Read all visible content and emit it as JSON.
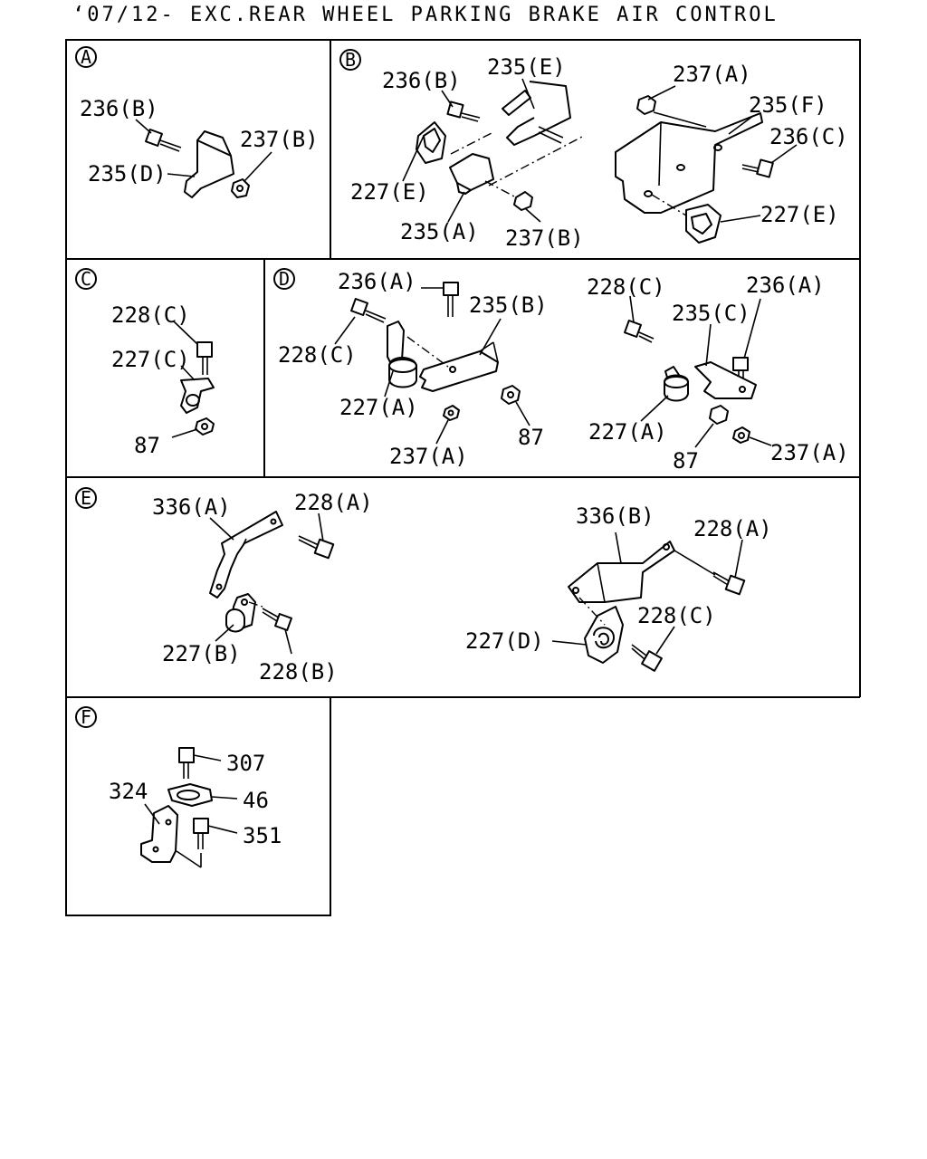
{
  "title": "‘07/12- EXC.REAR WHEEL PARKING BRAKE AIR CONTROL",
  "panels": {
    "A": {
      "letter": "A",
      "labels": [
        "236(B)",
        "235(D)",
        "237(B)"
      ]
    },
    "B": {
      "letter": "B",
      "labels": [
        "236(B)",
        "235(E)",
        "227(E)",
        "235(A)",
        "237(B)",
        "237(A)",
        "235(F)",
        "236(C)",
        "227(E)"
      ]
    },
    "C": {
      "letter": "C",
      "labels": [
        "228(C)",
        "227(C)",
        "87"
      ]
    },
    "D": {
      "letter": "D",
      "labels": [
        "236(A)",
        "235(B)",
        "228(C)",
        "227(A)",
        "237(A)",
        "87",
        "228(C)",
        "236(A)",
        "235(C)",
        "227(A)",
        "87",
        "237(A)"
      ]
    },
    "E": {
      "letter": "E",
      "labels": [
        "336(A)",
        "228(A)",
        "227(B)",
        "228(B)",
        "336(B)",
        "228(A)",
        "228(C)",
        "227(D)"
      ]
    },
    "F": {
      "letter": "F",
      "labels": [
        "307",
        "324",
        "46",
        "351"
      ]
    }
  }
}
